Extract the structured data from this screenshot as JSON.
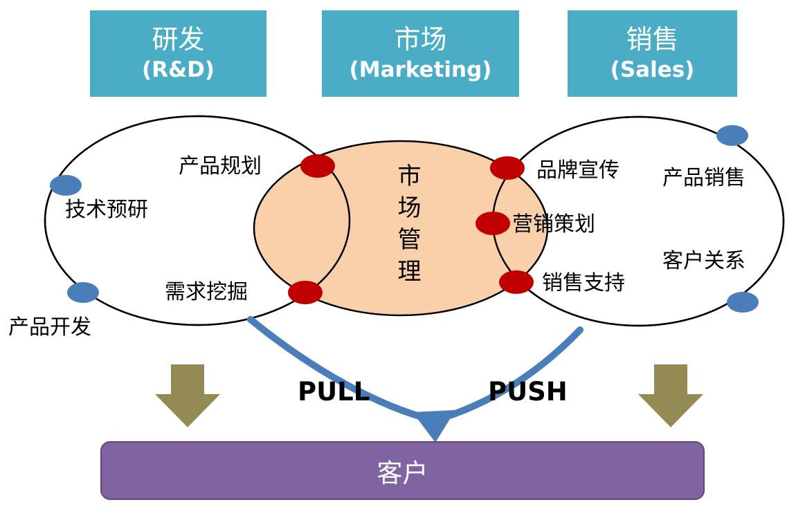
{
  "headers": [
    {
      "title": "研发",
      "subtitle": "(R&D)"
    },
    {
      "title": "市场",
      "subtitle": "(Marketing)"
    },
    {
      "title": "销售",
      "subtitle": "(Sales)"
    }
  ],
  "labels": {
    "product_planning": "产品规划",
    "tech_preresearch": "技术预研",
    "demand_mining": "需求挖掘",
    "product_development": "产品开发",
    "market_management": "市场管理",
    "brand_promotion": "品牌宣传",
    "marketing_planning": "营销策划",
    "sales_support": "销售支持",
    "product_sales": "产品销售",
    "customer_relations": "客户关系"
  },
  "flow": {
    "pull_label": "PULL",
    "push_label": "PUSH"
  },
  "customer": {
    "label": "客户"
  },
  "colors": {
    "header_teal": "#4BACC6",
    "marketing_fill": "#FAD0AA",
    "connector_red": "#C00000",
    "connector_blue": "#4A7EBB",
    "flow_arrow_blue": "#4A7EBB",
    "block_arrow_olive": "#948A54",
    "customer_purple": "#8064A2",
    "customer_border": "#5F497A",
    "ellipse_stroke": "#000000"
  }
}
